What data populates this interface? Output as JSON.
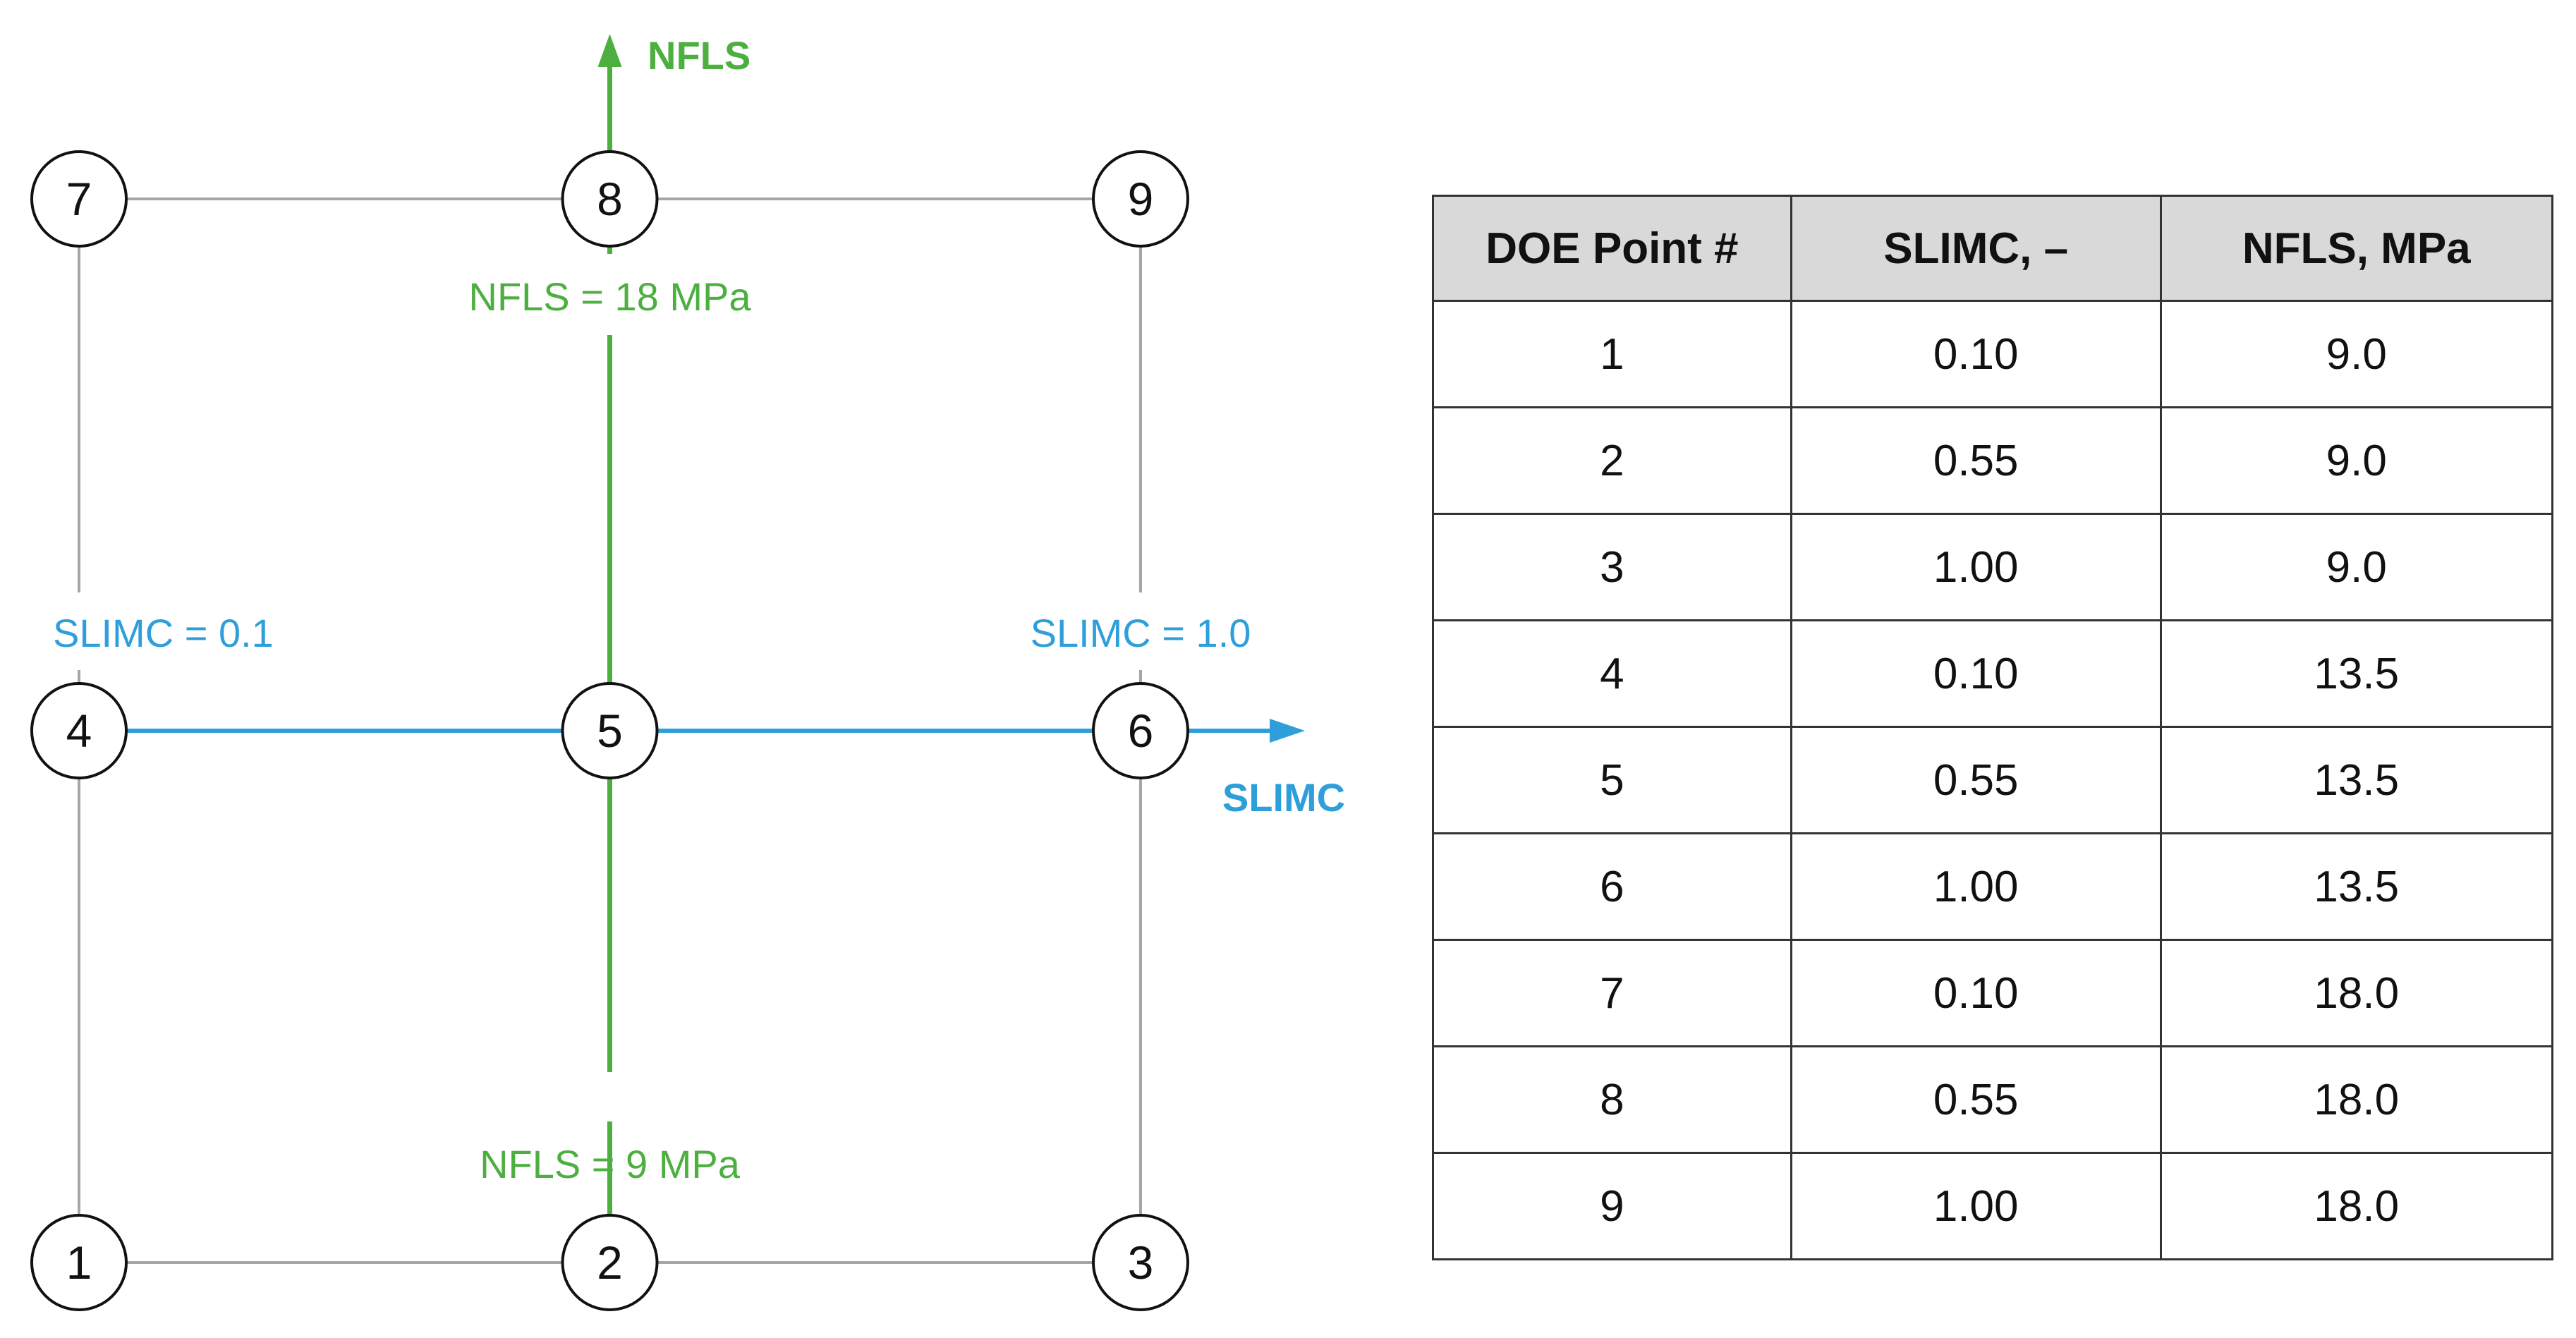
{
  "colors": {
    "grid": "#a6a6a6",
    "slimc": "#2e9fdb",
    "nfls": "#4caf3f",
    "node_stroke": "#111111"
  },
  "diagram": {
    "axes": {
      "x_title": "SLIMC",
      "y_title": "NFLS"
    },
    "labels": {
      "slimc_low": "SLIMC = 0.1",
      "slimc_high": "SLIMC = 1.0",
      "nfls_low": "NFLS = 9 MPa",
      "nfls_high": "NFLS = 18 MPa"
    },
    "nodes": [
      {
        "id": "1",
        "slimc": 0.1,
        "nfls": 9.0
      },
      {
        "id": "2",
        "slimc": 0.55,
        "nfls": 9.0
      },
      {
        "id": "3",
        "slimc": 1.0,
        "nfls": 9.0
      },
      {
        "id": "4",
        "slimc": 0.1,
        "nfls": 13.5
      },
      {
        "id": "5",
        "slimc": 0.55,
        "nfls": 13.5
      },
      {
        "id": "6",
        "slimc": 1.0,
        "nfls": 13.5
      },
      {
        "id": "7",
        "slimc": 0.1,
        "nfls": 18.0
      },
      {
        "id": "8",
        "slimc": 0.55,
        "nfls": 18.0
      },
      {
        "id": "9",
        "slimc": 1.0,
        "nfls": 18.0
      }
    ]
  },
  "table": {
    "headers": [
      "DOE Point #",
      "SLIMC, –",
      "NFLS, MPa"
    ],
    "rows": [
      [
        "1",
        "0.10",
        "9.0"
      ],
      [
        "2",
        "0.55",
        "9.0"
      ],
      [
        "3",
        "1.00",
        "9.0"
      ],
      [
        "4",
        "0.10",
        "13.5"
      ],
      [
        "5",
        "0.55",
        "13.5"
      ],
      [
        "6",
        "1.00",
        "13.5"
      ],
      [
        "7",
        "0.10",
        "18.0"
      ],
      [
        "8",
        "0.55",
        "18.0"
      ],
      [
        "9",
        "1.00",
        "18.0"
      ]
    ]
  }
}
